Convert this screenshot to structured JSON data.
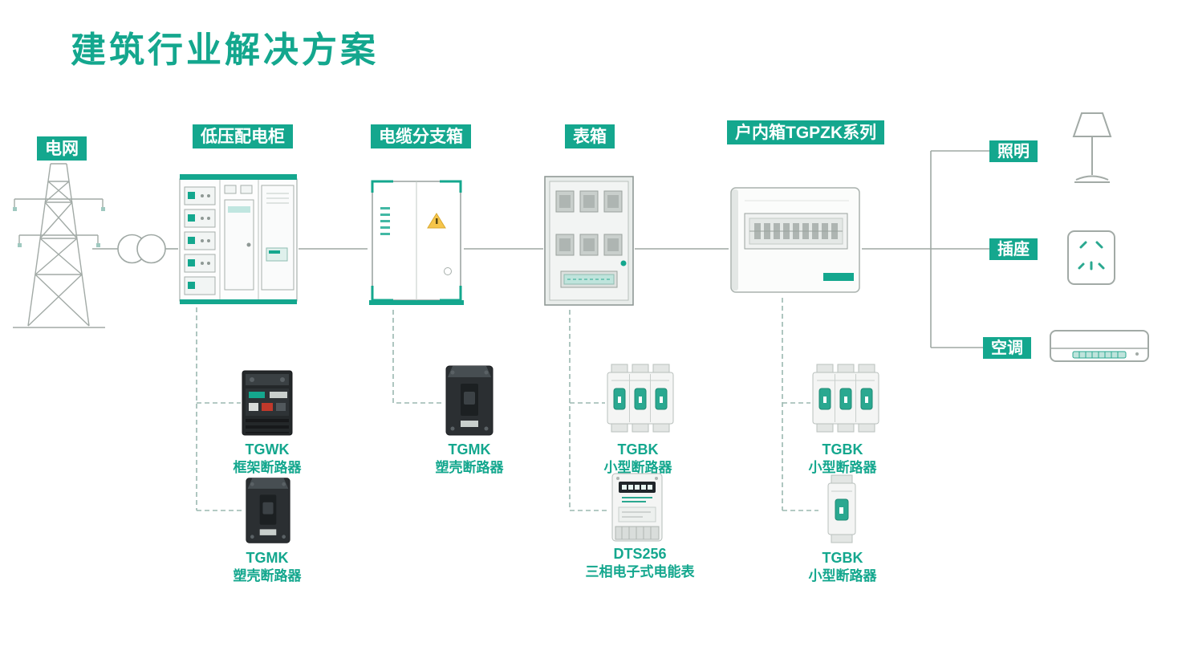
{
  "title": "建筑行业解决方案",
  "colors": {
    "accent": "#14A78E",
    "connector_line": "#9FA8A4",
    "dashed_line": "#9BB8B0",
    "title_text": "#14A78E"
  },
  "flow": {
    "source": {
      "label": "电网",
      "icon": "transmission-tower-icon"
    },
    "transformer_icon": "transformer-circles-icon",
    "stations": [
      {
        "label": "低压配电柜",
        "icon": "lv-switchgear-cabinet-icon"
      },
      {
        "label": "电缆分支箱",
        "icon": "cable-branch-box-icon"
      },
      {
        "label": "表箱",
        "icon": "meter-box-icon"
      },
      {
        "label": "户内箱TGPZK系列",
        "icon": "indoor-distribution-box-icon"
      }
    ],
    "loads": [
      {
        "label": "照明",
        "icon": "desk-lamp-icon"
      },
      {
        "label": "插座",
        "icon": "wall-socket-icon"
      },
      {
        "label": "空调",
        "icon": "air-conditioner-icon"
      }
    ]
  },
  "products": [
    {
      "model": "TGWK",
      "name": "框架断路器",
      "icon": "frame-circuit-breaker-image"
    },
    {
      "model": "TGMK",
      "name": "塑壳断路器",
      "icon": "molded-case-breaker-image"
    },
    {
      "model": "TGMK",
      "name": "塑壳断路器",
      "icon": "molded-case-breaker-image"
    },
    {
      "model": "TGBK",
      "name": "小型断路器",
      "icon": "miniature-breaker-3p-image"
    },
    {
      "model": "DTS256",
      "name": "三相电子式电能表",
      "icon": "energy-meter-image"
    },
    {
      "model": "TGBK",
      "name": "小型断路器",
      "icon": "miniature-breaker-3p-image"
    },
    {
      "model": "TGBK",
      "name": "小型断路器",
      "icon": "miniature-breaker-1p-image"
    }
  ]
}
